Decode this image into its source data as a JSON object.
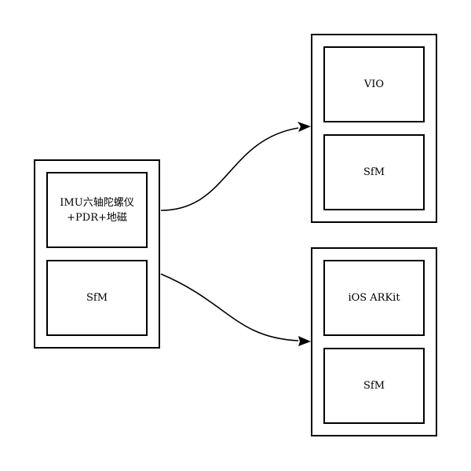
{
  "left_group": {
    "top_box_label": "IMU六轴陀螺仪+PDR+地磁",
    "bottom_box_label": "SfM"
  },
  "top_right_group": {
    "top_box_label": "VIO",
    "bottom_box_label": "SfM"
  },
  "bottom_right_group": {
    "top_box_label": "iOS ARKit",
    "bottom_box_label": "SfM"
  },
  "colors": {
    "stroke": "#000000",
    "background": "#ffffff"
  }
}
